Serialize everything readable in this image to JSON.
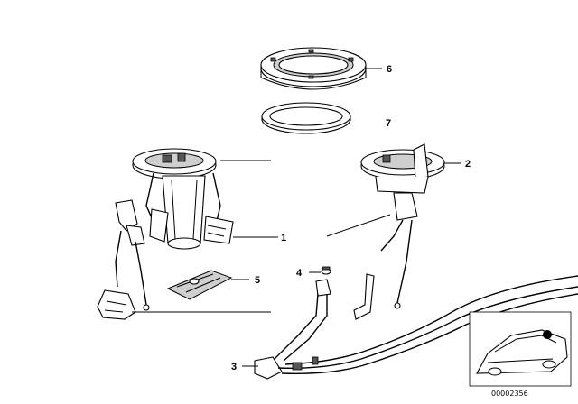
{
  "diagram": {
    "callouts": [
      {
        "id": "callout-6",
        "label": "6"
      },
      {
        "id": "callout-7",
        "label": "7"
      },
      {
        "id": "callout-2",
        "label": "2"
      },
      {
        "id": "callout-1",
        "label": "1"
      },
      {
        "id": "callout-4",
        "label": "4"
      },
      {
        "id": "callout-5",
        "label": "5"
      },
      {
        "id": "callout-3",
        "label": "3"
      }
    ],
    "document_number": "00002356"
  }
}
